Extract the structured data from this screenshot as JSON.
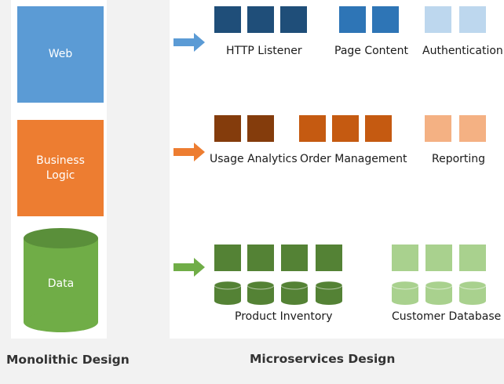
{
  "colors": {
    "web": "#5b9bd5",
    "logic": "#ed7d31",
    "data": "#70ad47",
    "data_dark": "#5a8f3a",
    "web_dark": "#1f4e79",
    "web_mid": "#2e75b6",
    "web_light": "#bdd7ee",
    "logic_dark": "#843c0c",
    "logic_mid": "#c55a11",
    "logic_light": "#f4b183",
    "green_dark": "#548235",
    "green_light": "#a9d18e"
  },
  "monolithic": {
    "web_label": "Web",
    "logic_label": "Business\nLogic",
    "data_label": "Data",
    "caption": "Monolithic Design"
  },
  "microservices": {
    "caption": "Microservices Design",
    "web_row": {
      "labels": [
        "HTTP Listener",
        "Page Content",
        "Authentication"
      ]
    },
    "logic_row": {
      "labels": [
        "Usage Analytics",
        "Order Management",
        "Reporting"
      ]
    },
    "data_row": {
      "labels": [
        "Product Inventory",
        "Customer Database"
      ]
    }
  }
}
